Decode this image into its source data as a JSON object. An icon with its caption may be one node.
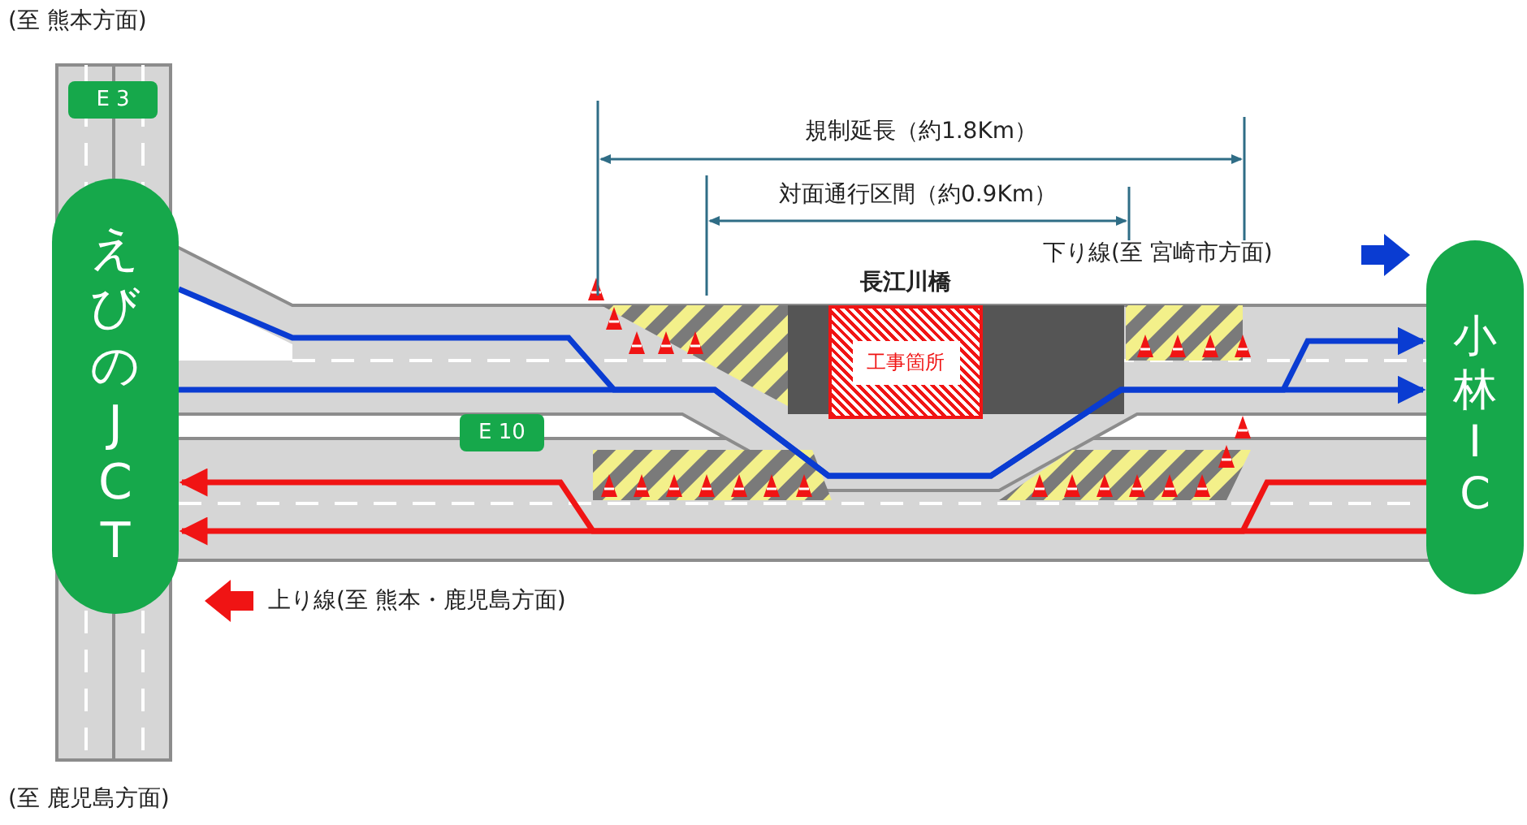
{
  "diagram": {
    "nodes": [
      {
        "text": [
          "えびのJCT"
        ]
      },
      {
        "text": [
          "小林IC"
        ]
      },
      {
        "text": [
          "工事箇所"
        ],
        "beside": [
          "長江川橋"
        ]
      },
      {
        "text": [
          "E 3"
        ]
      },
      {
        "text": [
          "E 10"
        ]
      }
    ],
    "edges": [
      {
        "from": 0,
        "to": 1,
        "arrow": "to",
        "color": "#0a3cd2"
      },
      {
        "from": 0,
        "to": 1,
        "arrow": "to",
        "color": "#0a3cd2"
      },
      {
        "from": 1,
        "to": 0,
        "arrow": "to",
        "color": "#f01414"
      },
      {
        "from": 1,
        "to": 0,
        "arrow": "to",
        "color": "#f01414"
      }
    ],
    "labels": [
      "(至 熊本方面)",
      "規制延長（約1.8Km）",
      "対面通行区間（約0.9Km）",
      "下り線(至 宮崎市方面)",
      "上り線(至 熊本・鹿児島方面)",
      "(至 鹿児島方面)"
    ]
  }
}
